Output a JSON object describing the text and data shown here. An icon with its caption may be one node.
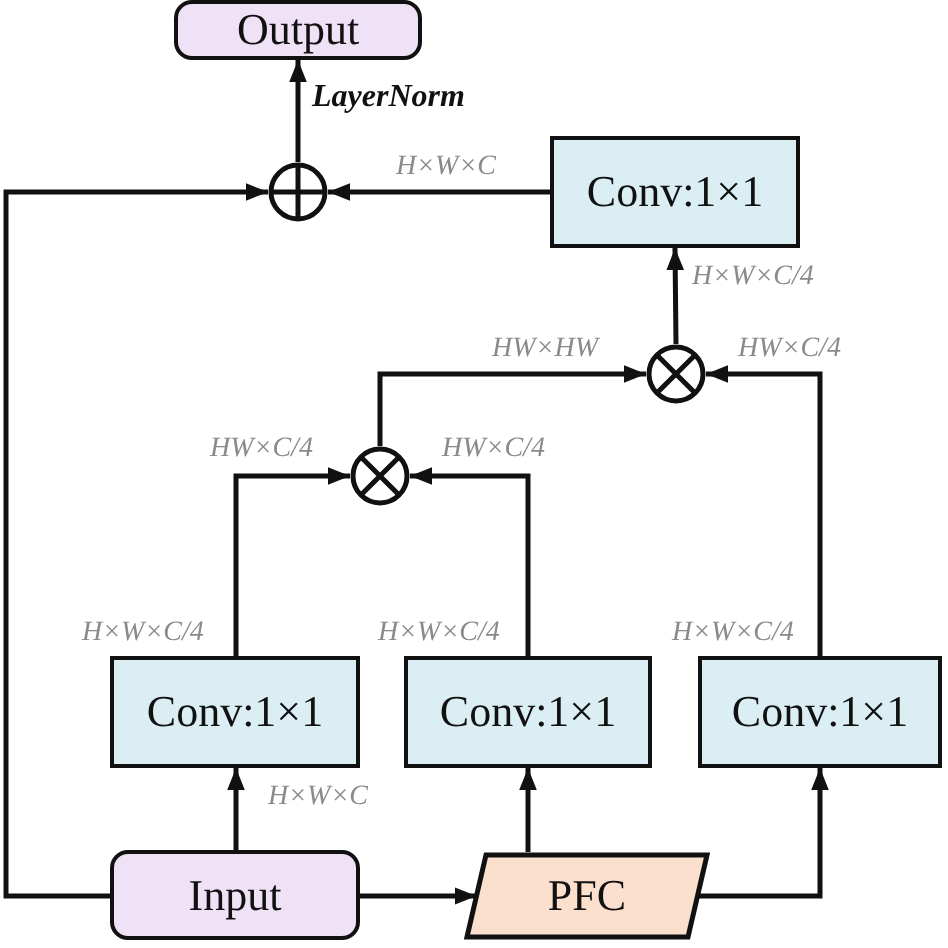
{
  "diagram": {
    "nodes": [
      {
        "text": [
          "Output"
        ]
      },
      {
        "text": [],
        "shape": "circle-plus"
      },
      {
        "text": [
          "Conv:1×1"
        ]
      },
      {
        "text": [],
        "shape": "circle-times"
      },
      {
        "text": [],
        "shape": "circle-times"
      },
      {
        "text": [
          "Conv:1×1"
        ],
        "beside": [
          "H×W×C/4"
        ]
      },
      {
        "text": [
          "Conv:1×1"
        ],
        "beside": [
          "H×W×C/4"
        ]
      },
      {
        "text": [
          "Conv:1×1"
        ],
        "beside": [
          "H×W×C/4"
        ]
      },
      {
        "text": [
          "Input"
        ]
      },
      {
        "text": [
          "PFC"
        ]
      }
    ],
    "edges": [
      {
        "from": 8,
        "to": 5,
        "arrow": "to",
        "label": "H×W×C"
      },
      {
        "from": 8,
        "to": 9,
        "arrow": "to"
      },
      {
        "from": 9,
        "to": 6,
        "arrow": "to"
      },
      {
        "from": 9,
        "to": 7,
        "arrow": "to"
      },
      {
        "from": 5,
        "to": 4,
        "arrow": "to",
        "label": "HW×C/4"
      },
      {
        "from": 6,
        "to": 4,
        "arrow": "to",
        "label": "HW×C/4"
      },
      {
        "from": 4,
        "to": 3,
        "arrow": "to",
        "label": "HW×HW"
      },
      {
        "from": 7,
        "to": 3,
        "arrow": "to",
        "label": "HW×C/4"
      },
      {
        "from": 3,
        "to": 2,
        "arrow": "to",
        "label": "H×W×C/4"
      },
      {
        "from": 2,
        "to": 1,
        "arrow": "to",
        "label": "H×W×C"
      },
      {
        "from": 8,
        "to": 1,
        "arrow": "to"
      },
      {
        "from": 1,
        "to": 0,
        "arrow": "to",
        "label": "LayerNorm"
      }
    ]
  }
}
